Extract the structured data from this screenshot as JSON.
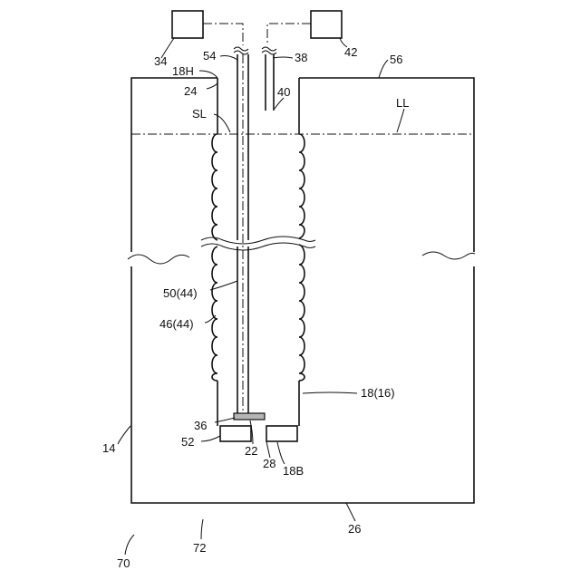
{
  "labels": {
    "l34": "34",
    "l42": "42",
    "l54": "54",
    "l38": "38",
    "l56": "56",
    "l18h": "18H",
    "l40": "40",
    "l24": "24",
    "lsl": "SL",
    "lll": "LL",
    "l50": "50(44)",
    "l46": "46(44)",
    "l18": "18(16)",
    "l36": "36",
    "l52": "52",
    "l22": "22",
    "l28": "28",
    "l18b": "18B",
    "l14": "14",
    "l26": "26",
    "l72": "72",
    "l70": "70"
  }
}
